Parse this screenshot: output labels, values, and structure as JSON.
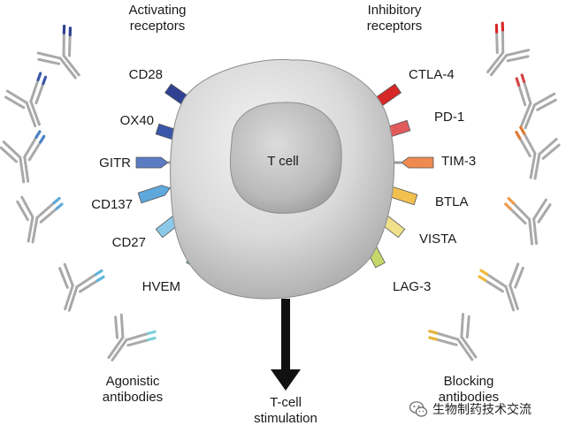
{
  "headings": {
    "activating": [
      "Activating",
      "receptors"
    ],
    "inhibitory": [
      "Inhibitory",
      "receptors"
    ]
  },
  "cell_label": "T cell",
  "arrow_label": [
    "T-cell",
    "stimulation"
  ],
  "left_footer": [
    "Agonistic",
    "antibodies"
  ],
  "right_footer": [
    "Blocking",
    "antibodies"
  ],
  "activating_receptors": [
    {
      "label": "CD28",
      "color": "#2f4191"
    },
    {
      "label": "OX40",
      "color": "#3a56a8"
    },
    {
      "label": "GITR",
      "color": "#5b7cc3"
    },
    {
      "label": "CD137",
      "color": "#5fa8dc"
    },
    {
      "label": "CD27",
      "color": "#8cc9e8"
    },
    {
      "label": "HVEM",
      "color": "#86d2d6"
    }
  ],
  "inhibitory_receptors": [
    {
      "label": "CTLA-4",
      "color": "#d62828"
    },
    {
      "label": "PD-1",
      "color": "#e25b5b"
    },
    {
      "label": "TIM-3",
      "color": "#ef8a50"
    },
    {
      "label": "BTLA",
      "color": "#f1c04f"
    },
    {
      "label": "VISTA",
      "color": "#f0e08a"
    },
    {
      "label": "LAG-3",
      "color": "#c5d66b"
    }
  ],
  "left_antibody_colors": [
    "#2f4191",
    "#3a56a8",
    "#4b82c2",
    "#5fa8dc",
    "#5fb4dc",
    "#7fd0d8"
  ],
  "right_antibody_colors": [
    "#d62828",
    "#d64545",
    "#e07a35",
    "#ef9b4f",
    "#f1b83a",
    "#e6b43a"
  ],
  "watermark": "生物制药技术交流",
  "colors": {
    "antibody": "#a9a9a9",
    "arrow": "#111111",
    "text": "#1a1a1a"
  }
}
